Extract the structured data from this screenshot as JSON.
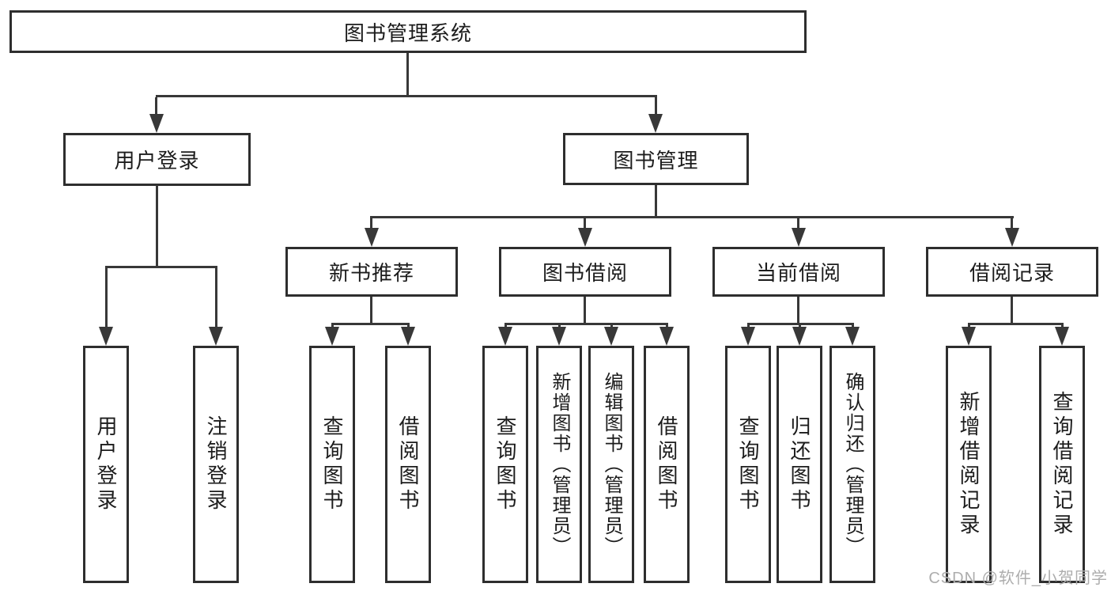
{
  "diagram_title": "图书管理系统",
  "colors": {
    "line": "#383838",
    "box_border": "#2e2e2e",
    "text": "#1c1c1c",
    "watermark": "#adadad",
    "background": "#ffffff"
  },
  "tree": {
    "root": "图书管理系统",
    "branches": [
      {
        "label": "用户登录",
        "children": [
          "用户登录",
          "注销登录"
        ]
      },
      {
        "label": "图书管理",
        "groups": [
          {
            "label": "新书推荐",
            "children": [
              "查询图书",
              "借阅图书"
            ]
          },
          {
            "label": "图书借阅",
            "children": [
              "查询图书",
              "新增图书（管理员）",
              "编辑图书（管理员）",
              "借阅图书"
            ]
          },
          {
            "label": "当前借阅",
            "children": [
              "查询图书",
              "归还图书",
              "确认归还（管理员）"
            ]
          },
          {
            "label": "借阅记录",
            "children": [
              "新增借阅记录",
              "查询借阅记录"
            ]
          }
        ]
      }
    ]
  },
  "watermark": {
    "text": "CSDN @软件_小贺同学"
  }
}
